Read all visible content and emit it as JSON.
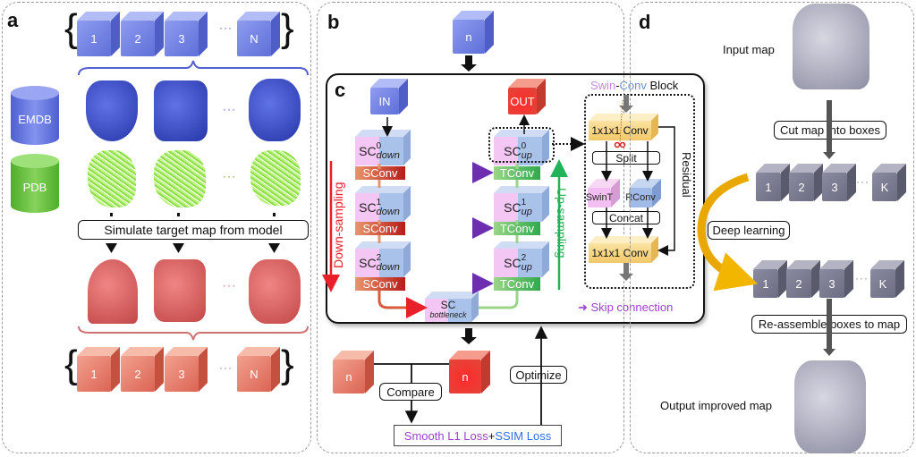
{
  "panels": {
    "a": {
      "label": "a",
      "top_cubes": [
        "1",
        "2",
        "3",
        "N"
      ],
      "top_ellipsis": "···",
      "databases": {
        "emdb": "EMDB",
        "pdb": "PDB"
      },
      "row_ellipsis": "···",
      "simulate_box": "Simulate target map from model",
      "bottom_cubes": [
        "1",
        "2",
        "3",
        "N"
      ],
      "bottom_ellipsis": "···"
    },
    "b": {
      "label": "b",
      "input_cube": "n",
      "target_cube": "n",
      "output_cube": "n",
      "compare_box": "Compare",
      "optimize_box": "Optimize",
      "loss": {
        "part1": "Smooth L1 Loss",
        "plus": " + ",
        "part2": "SSIM Loss"
      },
      "colors": {
        "smooth_l1": "#9b40d0",
        "ssim": "#2f6fe0"
      }
    },
    "c": {
      "label": "c",
      "in_cube": "IN",
      "out_cube": "OUT",
      "down_blocks": [
        {
          "base": "SC",
          "sup": "0",
          "sub": "down"
        },
        {
          "base": "SC",
          "sup": "1",
          "sub": "down"
        },
        {
          "base": "SC",
          "sup": "2",
          "sub": "down"
        }
      ],
      "up_blocks": [
        {
          "base": "SC",
          "sup": "0",
          "sub": "up"
        },
        {
          "base": "SC",
          "sup": "1",
          "sub": "up"
        },
        {
          "base": "SC",
          "sup": "2",
          "sub": "up"
        }
      ],
      "sconv_label": "SConv",
      "tconv_label": "TConv",
      "bottleneck": {
        "base": "SC",
        "sub": "bottleneck"
      },
      "down_sampling": "Down-sampling",
      "up_sampling": "Up-sampling",
      "skip_connection": "Skip connection",
      "block_title": {
        "swin": "Swin",
        "dash": "-",
        "conv": "Conv",
        "block": " Block"
      },
      "conv_top": "1x1x1 Conv",
      "split": "Split",
      "swint": "SwinT",
      "rconv": "RConv",
      "concat": "Concat",
      "conv_bottom": "1x1x1 Conv",
      "residual": "Residual",
      "colors": {
        "down": "#e8202a",
        "up": "#22b25a",
        "skip": "#9b40d0",
        "swin": "#c58bd8",
        "conv": "#6f8fd0"
      }
    },
    "d": {
      "label": "d",
      "input_map": "Input map",
      "cut_box": "Cut map into boxes",
      "cubes_top": [
        "1",
        "2",
        "3",
        "K"
      ],
      "deep_learning": "Deep learning",
      "cubes_bottom": [
        "1",
        "2",
        "3",
        "K"
      ],
      "ellipsis": "···",
      "reassemble_box": "Re-assemble boxes to map",
      "output_map": "Output improved map",
      "colors": {
        "arrow": "#e8a800"
      }
    }
  }
}
